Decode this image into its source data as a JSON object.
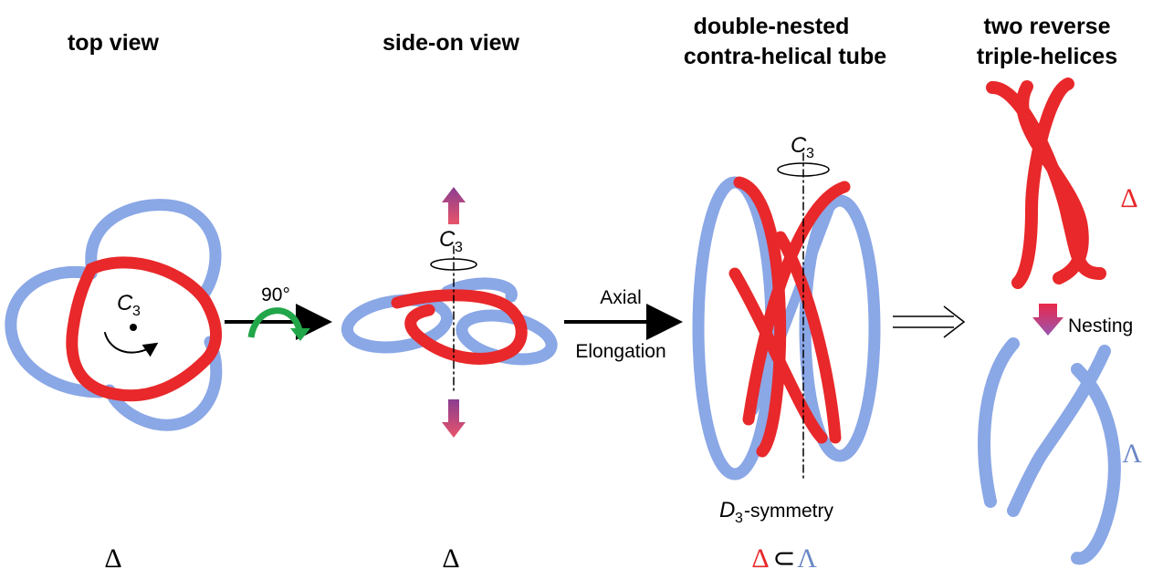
{
  "headings": {
    "top_view": "top view",
    "side_view": "side-on view",
    "tube_line1": "double-nested",
    "tube_line2": "contra-helical tube",
    "helices_line1": "two reverse",
    "helices_line2": "triple-helices"
  },
  "labels": {
    "axis_c": "C",
    "axis_sub": "3",
    "rotation": "90°",
    "axial": "Axial",
    "elongation": "Elongation",
    "d3_d": "D",
    "d3_sub": "3",
    "d3_rest": "-symmetry",
    "nesting": "Nesting",
    "delta": "Δ",
    "lambda": "Λ",
    "subset": "⊂"
  },
  "colors": {
    "red": "#e8282a",
    "blue": "#8aa7e6",
    "green": "#22a64a",
    "purple": "#8a3d91"
  }
}
